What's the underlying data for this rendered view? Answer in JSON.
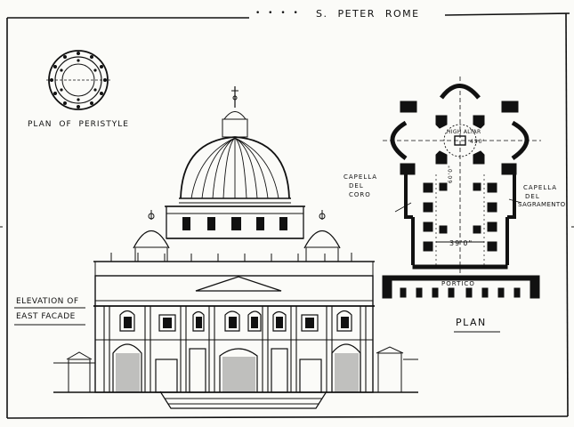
{
  "drawing": {
    "title": "S. PETER ROME",
    "title_dots": "• • • •",
    "plan_of_peristyle_label": "PLAN OF PERISTYLE",
    "elevation_label_line1": "ELEVATION OF",
    "elevation_label_line2": "EAST FACADE",
    "plan_label": "PLAN",
    "plan_annotations": {
      "high_altar": "HIGH ALTAR",
      "dimension_dome": "450'",
      "capella_del_coro_1": "CAPELLA",
      "capella_del_coro_2": "DEL",
      "capella_del_coro_3": "CORO",
      "capella_del_sagramento_1": "CAPELLA",
      "capella_del_sagramento_2": "DEL",
      "capella_del_sagramento_3": "SAGRAMENTO",
      "dimension_nave": "39'0\"",
      "portico": "PORTICO",
      "dimension_vertical": "60'0\""
    }
  }
}
